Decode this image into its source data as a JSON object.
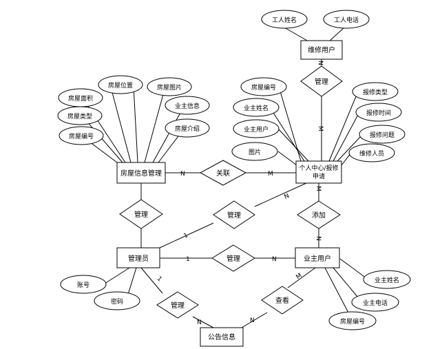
{
  "entities": {
    "maintenance_user": "维修用户",
    "house_info": "房屋信息管理",
    "personal_center": [
      "个人中心/报修",
      "申请"
    ],
    "admin": "管理员",
    "owner_user": "业主用户",
    "notice": "公告信息"
  },
  "relations": {
    "manage_top": "管理",
    "associate": "关联",
    "manage_left": "管理",
    "manage_mid": "管理",
    "add": "添加",
    "manage_admin_owner": "管理",
    "manage_admin_notice": "管理",
    "view": "查看"
  },
  "attributes": {
    "worker_name": "工人姓名",
    "worker_phone": "工人电话",
    "pc_house_no": "房屋编号",
    "pc_owner_name": "业主姓名",
    "pc_owner_user": "业主用户",
    "pc_image": "图片",
    "repair_type": "报修类型",
    "repair_time": "报修时间",
    "repair_issue": "报修问题",
    "repair_staff": "维修人员",
    "house_area": "房屋面积",
    "house_location": "房屋位置",
    "house_image": "房屋图片",
    "house_owner_info": "业主信息",
    "house_type": "房屋类型",
    "house_no": "房屋编号",
    "house_intro": "房屋介绍",
    "account": "账号",
    "password": "密码",
    "owner_name": "业主姓名",
    "owner_phone": "业主电话",
    "owner_house_no": "房屋编号"
  },
  "cardinalities": {
    "c_maint_1": "N",
    "c_maint_2": "M",
    "c_house_rel": "N",
    "c_rel_pc": "M",
    "c_pc_mid": "N",
    "c_admin_mid": "1",
    "c_pc_add": "M",
    "c_owner_add": "N",
    "c_admin_owner_1": "1",
    "c_admin_owner_n": "N",
    "c_admin_notice_1": "1",
    "c_notice_n1": "N",
    "c_notice_n2": "N",
    "c_owner_view": "M"
  }
}
